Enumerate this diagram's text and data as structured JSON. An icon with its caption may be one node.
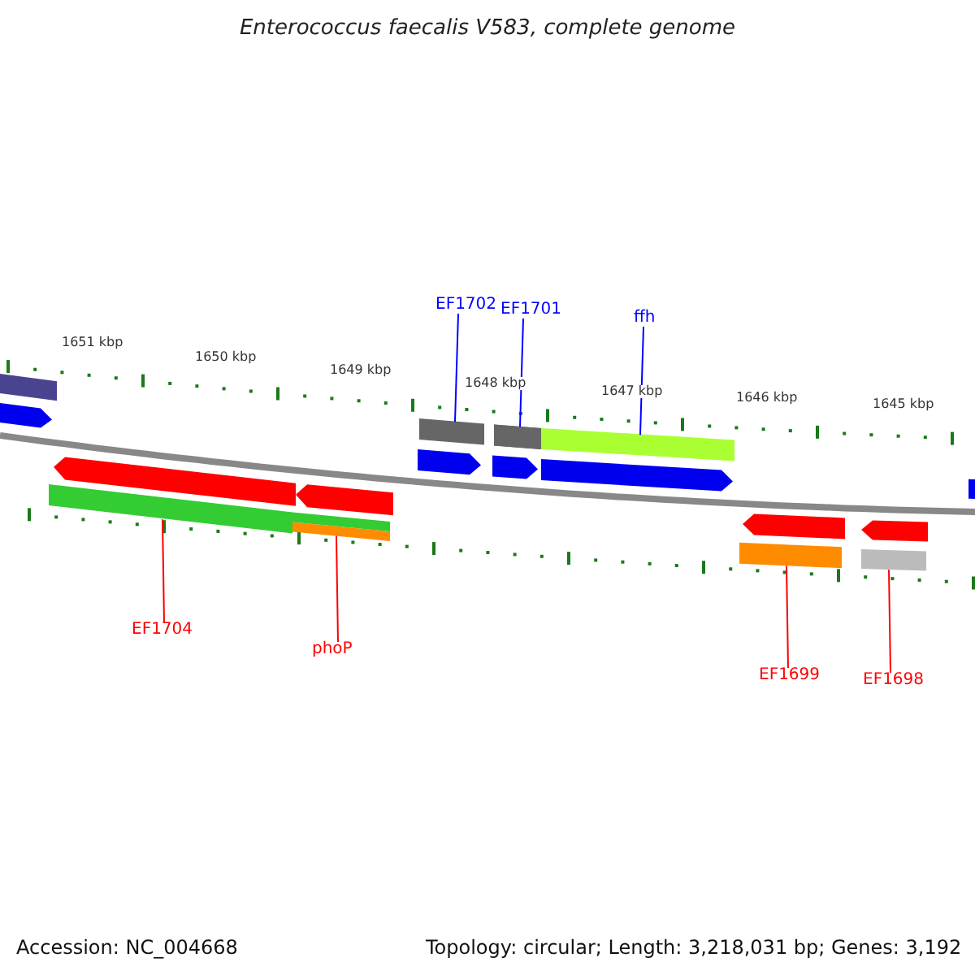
{
  "diagram": {
    "title": "Enterococcus faecalis V583, complete genome",
    "nodes": [
      {
        "text": [
          "EF1702"
        ]
      },
      {
        "text": [],
        "shape": "bar"
      },
      {
        "text": [
          "EF1701"
        ]
      },
      {
        "text": [],
        "shape": "bar"
      },
      {
        "text": [
          "ffh"
        ]
      },
      {
        "text": [],
        "shape": "bar"
      },
      {
        "text": [
          "EF1704"
        ]
      },
      {
        "text": [],
        "shape": "bar"
      },
      {
        "text": [
          "phoP"
        ]
      },
      {
        "text": [],
        "shape": "bar"
      },
      {
        "text": [
          "EF1699"
        ]
      },
      {
        "text": [],
        "shape": "bar"
      },
      {
        "text": [
          "EF1698"
        ]
      },
      {
        "text": [],
        "shape": "bar"
      },
      {
        "text": [],
        "shape": "bar"
      },
      {
        "text": [],
        "shape": "bar"
      },
      {
        "text": [],
        "shape": "bar"
      },
      {
        "text": [],
        "shape": "bar"
      },
      {
        "text": [],
        "shape": "bar"
      },
      {
        "text": [],
        "shape": "bar"
      },
      {
        "text": [],
        "shape": "bar"
      },
      {
        "text": [],
        "shape": "bar"
      },
      {
        "text": [],
        "shape": "bar"
      },
      {
        "text": [],
        "shape": "bar"
      },
      {
        "text": [],
        "shape": "bar"
      },
      {
        "text": [],
        "shape": "bar"
      }
    ],
    "edges": [
      {
        "from": 0,
        "to": 1,
        "arrow": "none",
        "color": "#0000ff"
      },
      {
        "from": 2,
        "to": 3,
        "arrow": "none",
        "color": "#0000ff"
      },
      {
        "from": 4,
        "to": 5,
        "arrow": "none",
        "color": "#0000ff"
      },
      {
        "from": 6,
        "to": 7,
        "arrow": "none"
      },
      {
        "from": 8,
        "to": 9,
        "arrow": "none"
      },
      {
        "from": 10,
        "to": 11,
        "arrow": "none"
      },
      {
        "from": 12,
        "to": 13,
        "arrow": "none"
      }
    ],
    "labels": [
      "1651 kbp",
      "1650 kbp",
      "1649 kbp",
      "1648 kbp",
      "1647 kbp",
      "1646 kbp",
      "1645 kbp",
      "Accession: NC_004668",
      "Topology: circular; Length: 3,218,031 bp; Genes: 3,192"
    ]
  }
}
